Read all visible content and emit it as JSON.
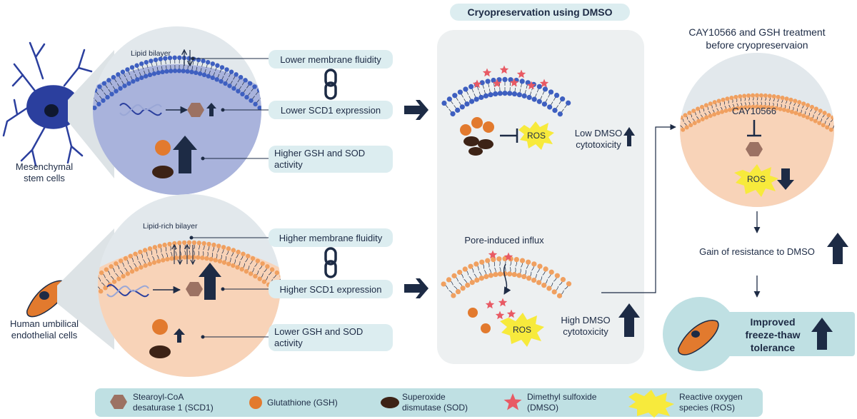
{
  "header": {
    "title": "Cryopreservation using DMSO"
  },
  "msc": {
    "cell_label_1": "Mesenchymal",
    "cell_label_2": "stem cells",
    "bilayer_label": "Lipid bilayer",
    "fluidity": "Lower membrane fluidity",
    "scd1": "Lower SCD1 expression",
    "gsh_sod_1": "Higher GSH and SOD",
    "gsh_sod_2": "activity"
  },
  "huvec": {
    "cell_label_1": "Human umbilical",
    "cell_label_2": "endothelial cells",
    "bilayer_label": "Lipid-rich bilayer",
    "fluidity": "Higher membrane fluidity",
    "scd1": "Higher SCD1 expression",
    "gsh_sod_1": "Lower GSH and SOD",
    "gsh_sod_2": "activity"
  },
  "middle": {
    "ros": "ROS",
    "low_tox_1": "Low DMSO",
    "low_tox_2": "cytotoxicity",
    "pore": "Pore-induced influx",
    "high_tox_1": "High DMSO",
    "high_tox_2": "cytotoxicity"
  },
  "right": {
    "title_1": "CAY10566 and GSH treatment",
    "title_2": "before cryopreservaion",
    "inhibitor": "CAY10566",
    "ros": "ROS",
    "gain": "Gain of resistance to DMSO",
    "result_1": "Improved",
    "result_2": "freeze-thaw",
    "result_3": "tolerance"
  },
  "legend": [
    {
      "l1": "Stearoyl-CoA",
      "l2": "desaturase 1 (SCD1)"
    },
    {
      "l1": "Glutathione (GSH)",
      "l2": ""
    },
    {
      "l1": "Superoxide",
      "l2": "dismutase (SOD)"
    },
    {
      "l1": "Dimethyl sulfoxide",
      "l2": "(DMSO)"
    },
    {
      "l1": "Reactive oxygen",
      "l2": "species (ROS)"
    }
  ],
  "colors": {
    "navy": "#1d2b45",
    "pill": "#dcedf0",
    "panel": "#edf0f1",
    "msc_fill": "#a9b3dc",
    "huvec_fill": "#f8d3b8",
    "head_blue": "#3e5fc0",
    "head_orange": "#f0a060",
    "gsh": "#e27a2e",
    "sod": "#3d2316",
    "scd1": "#9c7263",
    "dmso": "#e85a64",
    "ros": "#f7ea3c",
    "legend_bg": "#bfe0e3"
  }
}
